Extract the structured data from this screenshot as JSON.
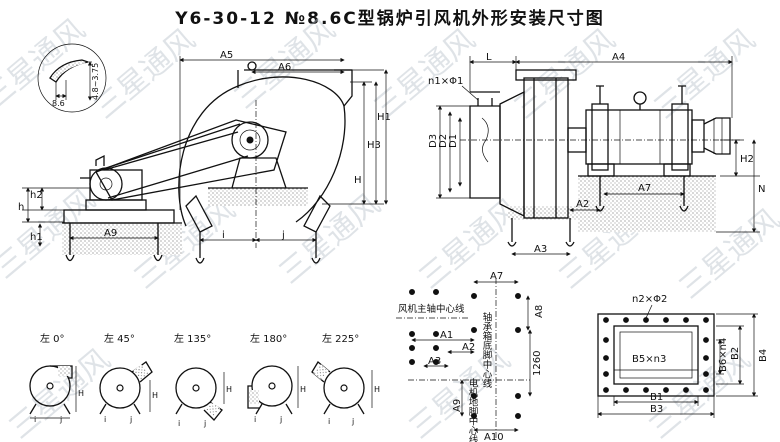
{
  "title": "Y6-30-12 №8.6C型锅炉引风机外形安装尺寸图",
  "watermark": "三星通风",
  "detail": {
    "v1": "8.6",
    "v2": "4.8~3.75"
  },
  "front_view": {
    "labels": {
      "A5": "A5",
      "A6": "A6",
      "H": "H",
      "H3": "H3",
      "H1": "H1",
      "h": "h",
      "h2": "h2",
      "h1": "h1",
      "A9": "A9",
      "i": "i",
      "j": "j"
    }
  },
  "side_view": {
    "labels": {
      "L": "L",
      "A4": "A4",
      "n1phi1": "n1×Φ1",
      "D3": "D3",
      "D2": "D2",
      "D1": "D1",
      "A7": "A7",
      "A2": "A2",
      "A3": "A3",
      "H2": "H2",
      "N": "N"
    }
  },
  "rotations": [
    {
      "label": "左 0°"
    },
    {
      "label": "左 45°"
    },
    {
      "label": "左 135°"
    },
    {
      "label": "左 180°"
    },
    {
      "label": "左 225°"
    }
  ],
  "rot_dims": {
    "H": "H",
    "i": "i",
    "j": "j"
  },
  "foundation": {
    "shaft_center": "风机主轴中心线",
    "bearing_center": "轴承箱底脚中心线",
    "motor_center": "电机地脚中心线",
    "dim_1260": "1260",
    "labels": {
      "A7": "A7",
      "A8": "A8",
      "A1": "A1",
      "A2": "A2",
      "A3": "A3",
      "A9": "A9",
      "A10": "A10"
    }
  },
  "flange": {
    "labels": {
      "n2phi2": "n2×Φ2",
      "B5n3": "B5×n3",
      "B6n4": "B6×n4",
      "B2": "B2",
      "B4": "B4",
      "B1": "B1",
      "B3": "B3"
    }
  }
}
